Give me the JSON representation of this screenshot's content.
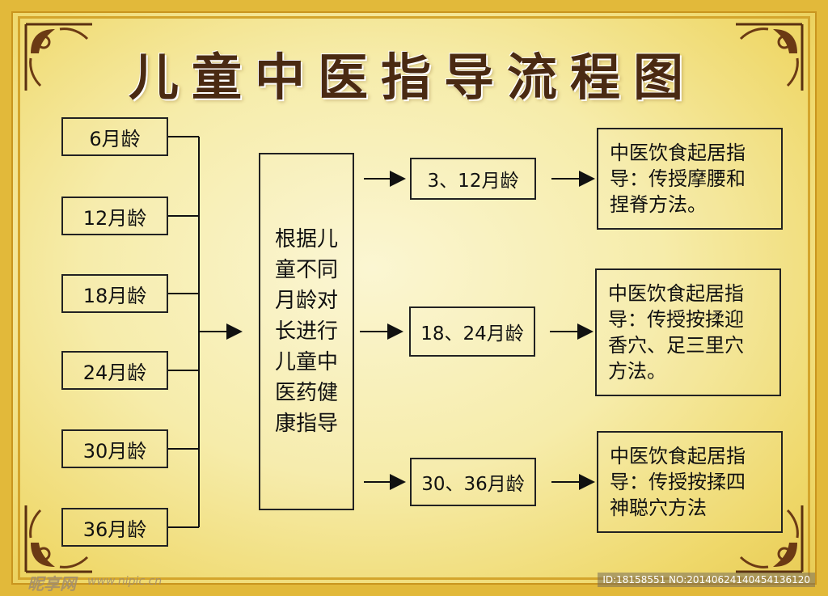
{
  "title": "儿童中医指导流程图",
  "ages": [
    "6月龄",
    "12月龄",
    "18月龄",
    "24月龄",
    "30月龄",
    "36月龄"
  ],
  "center": "根据儿童不同月龄对长进行儿童中医药健康指导",
  "stages": [
    "3、12月龄",
    "18、24月龄",
    "30、36月龄"
  ],
  "advice": [
    [
      "中医饮食起居指",
      "导：传授摩腰和",
      "捏脊方法。"
    ],
    [
      "中医饮食起居指",
      "导：传授按揉迎",
      "香穴、足三里穴",
      "方法。"
    ],
    [
      "中医饮食起居指",
      "导：传授按揉四",
      "神聪穴方法"
    ]
  ],
  "watermark": {
    "brand": "昵享网",
    "url": "www.nipic.cn",
    "id": "ID:18158551 NO:20140624140454136120"
  },
  "colors": {
    "title": "#4a2a12",
    "border": "#222222",
    "frame": "#e2b93a"
  }
}
